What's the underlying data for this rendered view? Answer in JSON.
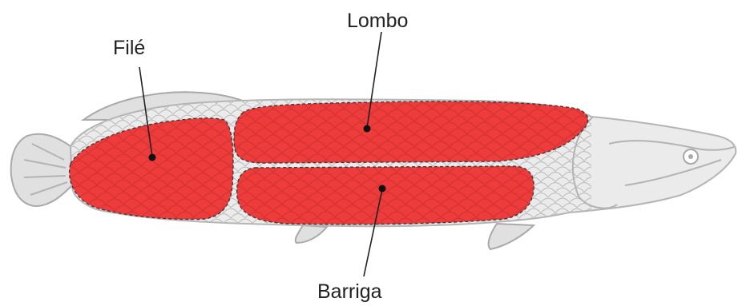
{
  "labels": {
    "file": "Filé",
    "lombo": "Lombo",
    "barriga": "Barriga"
  },
  "colors": {
    "cut_fill": "#ee3b3b",
    "fish_fill": "#ebebeb",
    "fish_outline": "#b5b5b5",
    "line": "#222222"
  },
  "icons": {
    "fish": "arapaima-fish-illustration"
  }
}
